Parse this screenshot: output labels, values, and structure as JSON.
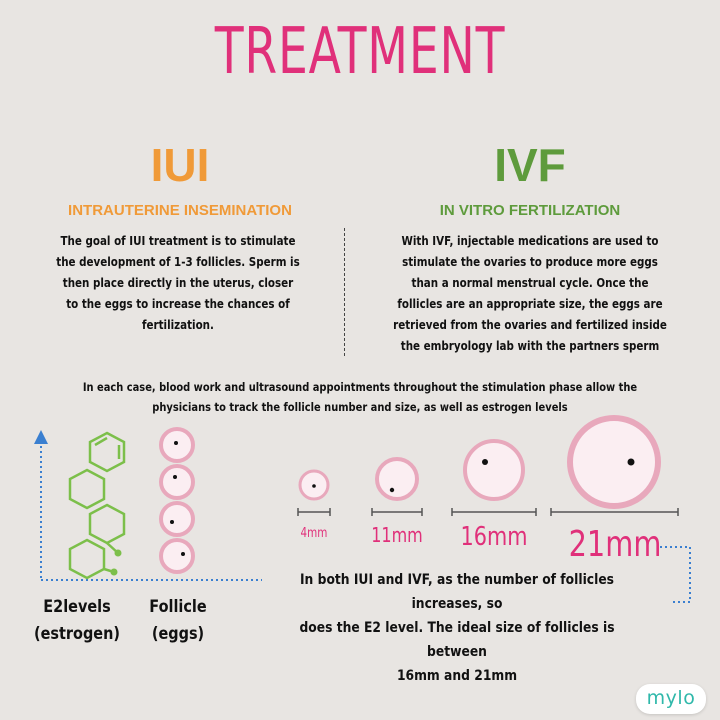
{
  "title": "TREATMENT",
  "iui": {
    "heading": "IUI",
    "subtitle": "INTRAUTERINE INSEMINATION",
    "lines": [
      "The goal of IUI treatment is to stimulate",
      "the development of 1-3 follicles. Sperm is",
      "then place directly in the uterus, closer",
      "to the eggs to increase the chances of",
      "fertilization."
    ]
  },
  "ivf": {
    "heading": "IVF",
    "subtitle": "IN VITRO FERTILIZATION",
    "lines": [
      "With IVF, injectable medications are used to",
      "stimulate the ovaries to produce more eggs",
      "than a normal menstrual cycle. Once the",
      "follicles are an appropriate size, the eggs are",
      "retrieved from the ovaries and fertilized inside",
      "the embryology lab with the partners sperm"
    ]
  },
  "monitoring_note": {
    "lines": [
      "In each case, blood work and ultrasound appointments throughout the stimulation phase allow the",
      "physicians to track the follicle number and size, as well as estrogen levels"
    ]
  },
  "follicle_sizes": [
    "4mm",
    "11mm",
    "16mm",
    "21mm"
  ],
  "labels": {
    "e2": [
      "E2levels",
      "(estrogen)"
    ],
    "follicle": [
      "Follicle",
      "(eggs)"
    ]
  },
  "conclusion": {
    "lines": [
      "In both IUI and IVF, as the number of follicles increases, so",
      "does the E2 level. The ideal size of follicles is between",
      "16mm and 21mm"
    ]
  },
  "logo": "mylo",
  "colors": {
    "title": "#e0307a",
    "iui": "#f09a38",
    "ivf": "#5e9b3c",
    "arrow": "#3a7fd0",
    "molecule": "#7cbf4a",
    "follicle_ring": "#e8a8bc",
    "logo": "#2fb8aa"
  }
}
